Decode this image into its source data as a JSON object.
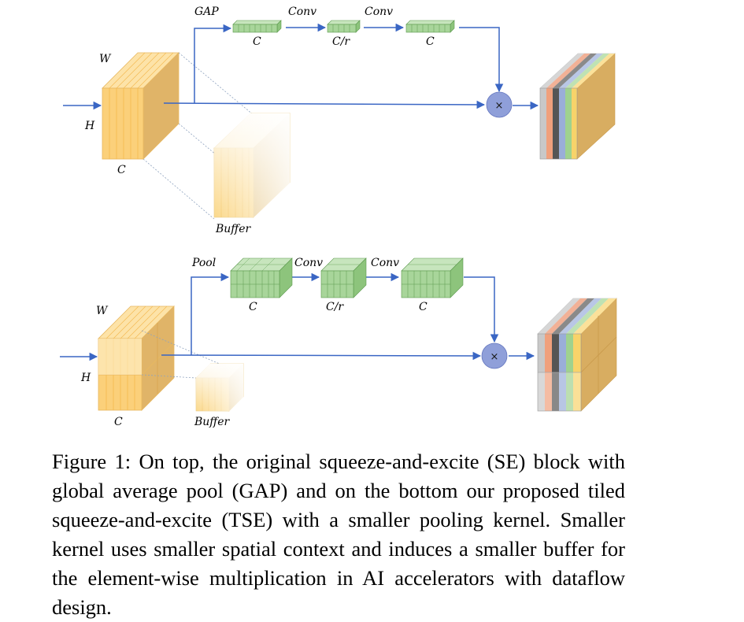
{
  "top": {
    "labels": {
      "W": "W",
      "H": "H",
      "C": "C",
      "buffer": "Buffer",
      "gap": "GAP",
      "conv1": "Conv",
      "conv2": "Conv",
      "vec1": "C",
      "vec2": "C/r",
      "vec3": "C",
      "mul": "×"
    }
  },
  "bottom": {
    "labels": {
      "W": "W",
      "H": "H",
      "C": "C",
      "buffer": "Buffer",
      "pool": "Pool",
      "conv1": "Conv",
      "conv2": "Conv",
      "vec1": "C",
      "vec2": "C/r",
      "vec3": "C",
      "mul": "×"
    }
  },
  "colors": {
    "arrow": "#3a66c4",
    "feature_front": "#fbd07a",
    "feature_side": "#e0b468",
    "feature_top": "#fde3a8",
    "vector": "#a8d59a",
    "multiply": "#8f9fd9",
    "output_slices": [
      "#c8c8c8",
      "#f0a07c",
      "#555555",
      "#9aaed8",
      "#9fd28e",
      "#f8d36a"
    ]
  },
  "caption": "Figure 1:  On top, the original squeeze-and-excite (SE) block with global average pool (GAP) and on the bottom our proposed tiled squeeze-and-excite (TSE) with a smaller pooling kernel. Smaller kernel uses smaller spatial context and induces a smaller buffer for the element-wise multiplication in AI accelerators with dataflow design."
}
